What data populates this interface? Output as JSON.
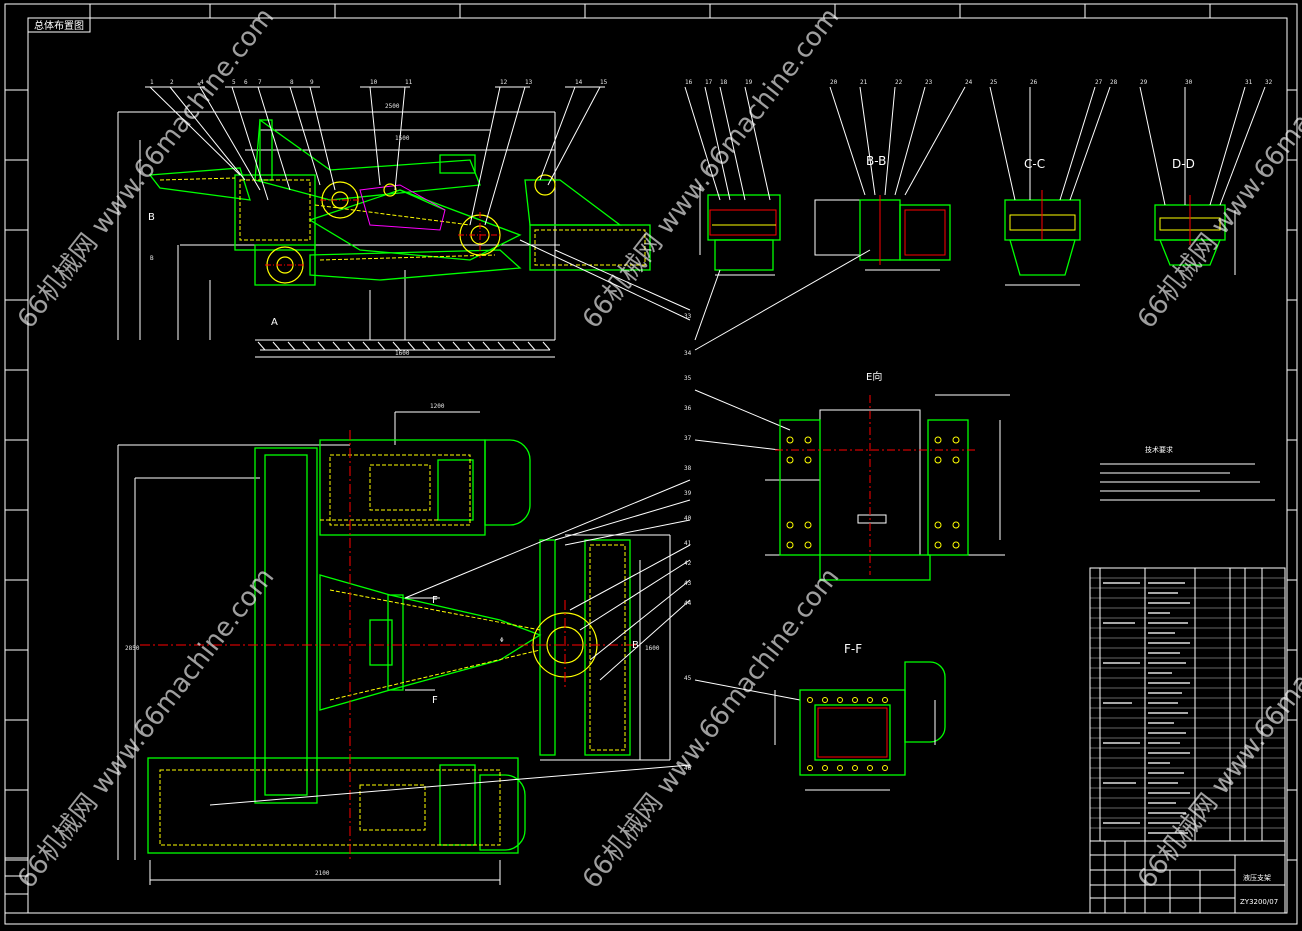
{
  "drawing": {
    "corner_label": "总体布置图",
    "section_labels": {
      "bb": "B-B",
      "cc": "C-C",
      "dd": "D-D",
      "ff": "F-F",
      "e": "E向",
      "a": "A",
      "f1": "F",
      "f2": "F",
      "b": "B",
      "b2": "B"
    },
    "tech_title": "技术要求",
    "title_block": {
      "name": "液压支架",
      "code": "ZY3200/07"
    }
  },
  "watermark": "66机械网 www.66machine.com",
  "colors": {
    "green": "#00ff00",
    "yellow": "#ffff00",
    "red": "#ff0000",
    "magenta": "#ff00ff",
    "white": "#ffffff",
    "background": "#000000"
  }
}
